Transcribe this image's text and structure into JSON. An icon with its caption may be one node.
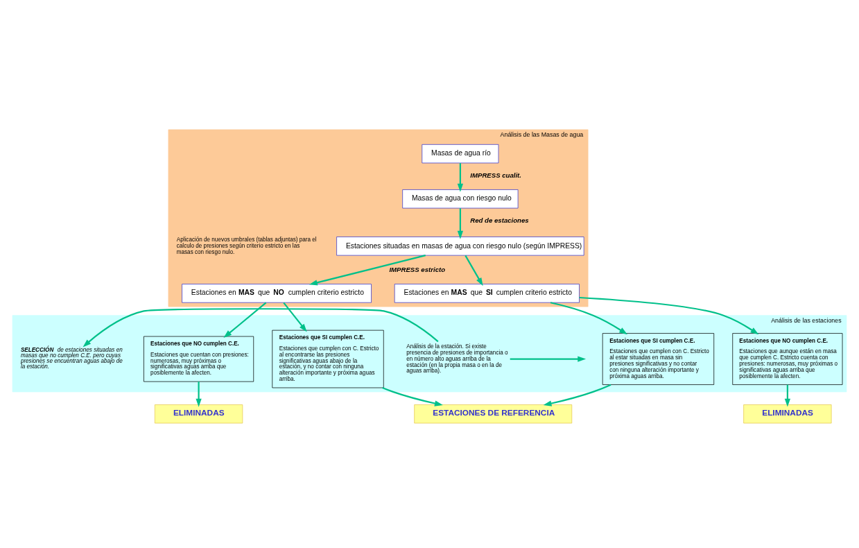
{
  "diagram": {
    "nodes": [
      {
        "text": [
          "Análisis de las Masas de agua"
        ]
      },
      {
        "text": [
          "Masas de agua río"
        ],
        "in": 0
      },
      {
        "text": [
          "Masas de agua con riesgo nulo"
        ],
        "in": 0
      },
      {
        "text": [
          "Estaciones situadas en masas de agua con riesgo nulo (según IMPRESS)"
        ],
        "in": 0
      },
      {
        "text": [
          "Estaciones en **MAS** que **NO** cumplen criterio estricto"
        ],
        "in": 0
      },
      {
        "text": [
          "Estaciones en **MAS** que **SI** cumplen criterio estricto"
        ],
        "in": 0
      },
      {
        "text": [
          "Análisis de las estaciones"
        ]
      },
      {
        "text": [
          "**SELECCIÓN** de estaciones situadas en masas que no cumplen C.E. pero cuyas presiones se encuentran aguas abajo de la estación."
        ],
        "in": 6
      },
      {
        "text": [
          "Análisis de la estación. Si existe presencia de presiones de importancia o en número alto aguas arriba de la estación (en la propia masa o en la de aguas arriba)."
        ],
        "in": 6
      },
      {
        "text": [
          "Estaciones que NO cumplen C.E.",
          "Estaciones que cuentan con presiones: numerosas, muy próximas o significativas aguas arriba que posiblemente la afecten."
        ],
        "in": 6
      },
      {
        "text": [
          "Estaciones que SI cumplen C.E.",
          "Estaciones que cumplen con C. Estricto al encontrarse las presiones significativas aguas abajo de la estación, y no contar con ninguna alteración importante y próxima aguas arriba."
        ],
        "in": 6
      },
      {
        "text": [
          "Estaciones que SI cumplen C.E.",
          "Estaciones que cumplen con C. Estricto al estar situadas en masa sin presiones significativas y no contar con ninguna alteración importante y próxima aguas arriba."
        ],
        "in": 6
      },
      {
        "text": [
          "Estaciones que NO cumplen C.E.",
          "Estaciones que aunque están en masa que cumplen C. Estricto cuenta con presiones: numerosas, muy próximas o significativas aguas arriba que posiblemente la afecten."
        ],
        "in": 6
      },
      {
        "text": [
          "ELIMINADAS"
        ]
      },
      {
        "text": [
          "ESTACIONES DE REFERENCIA"
        ]
      },
      {
        "text": [
          "ELIMINADAS"
        ]
      }
    ],
    "edges": [
      {
        "from": 1,
        "to": 2,
        "arrow": "to",
        "label": "IMPRESS cualit."
      },
      {
        "from": 2,
        "to": 3,
        "arrow": "to",
        "label": "Red de estaciones"
      },
      {
        "from": 3,
        "to": 4,
        "arrow": "to",
        "label": "IMPRESS estricto"
      },
      {
        "from": 3,
        "to": 5,
        "arrow": "to"
      },
      {
        "from": 4,
        "to": 9,
        "arrow": "to"
      },
      {
        "from": 4,
        "to": 10,
        "arrow": "to"
      },
      {
        "from": 5,
        "to": 11,
        "arrow": "to"
      },
      {
        "from": 5,
        "to": 12,
        "arrow": "to"
      },
      {
        "from": 8,
        "to": 7,
        "arrow": "to"
      },
      {
        "from": 8,
        "to": null,
        "arrow": "to"
      },
      {
        "from": 9,
        "to": 13,
        "arrow": "to"
      },
      {
        "from": 10,
        "to": 14,
        "arrow": "to"
      },
      {
        "from": 11,
        "to": 14,
        "arrow": "to"
      },
      {
        "from": 12,
        "to": 15,
        "arrow": "to"
      }
    ],
    "labels": [
      "Aplicación de nuevos umbrales (tablas adjuntas) para el calculo de presiones según criterio estricto en las masas con riesgo nulo."
    ]
  }
}
